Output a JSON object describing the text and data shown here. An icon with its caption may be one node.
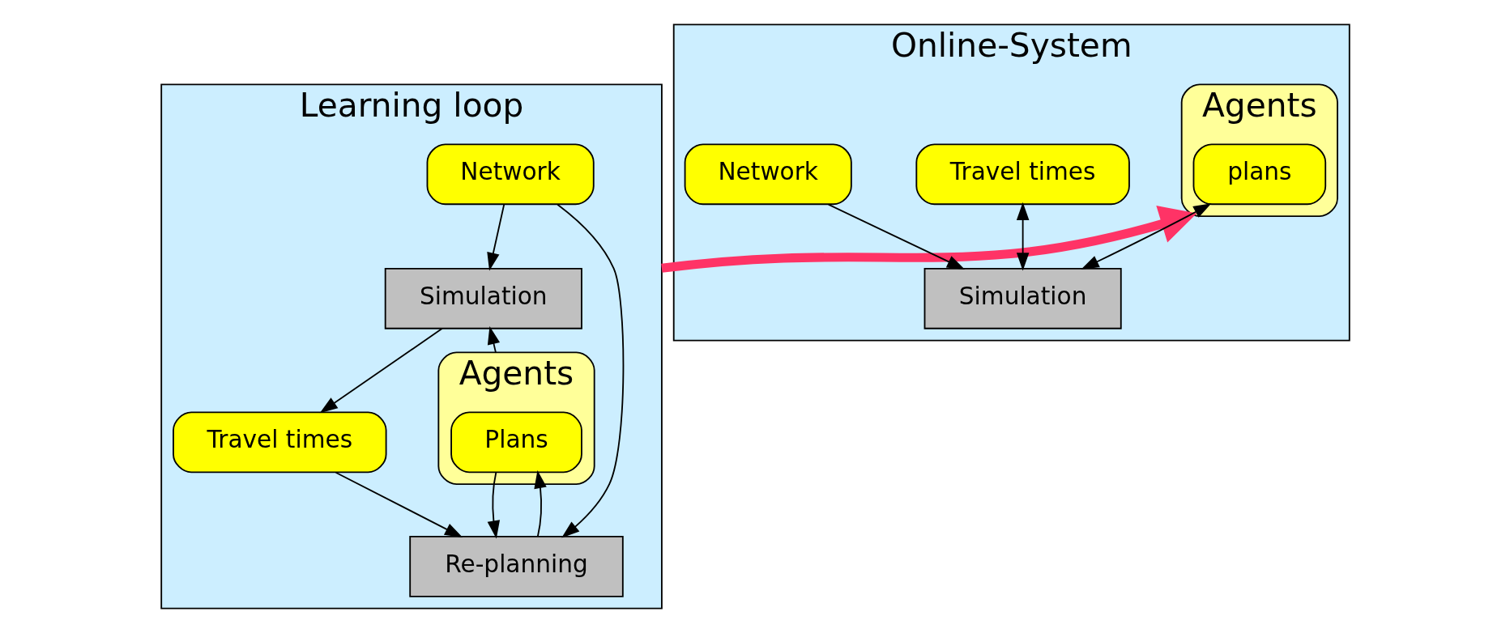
{
  "diagram": {
    "nodes": [
      {
        "text": [
          "Learning loop"
        ]
      },
      {
        "text": [
          "Simulation"
        ],
        "in": 0
      },
      {
        "text": [
          "Agents"
        ],
        "in": 0
      },
      {
        "text": [
          "Plans"
        ],
        "in": 2
      },
      {
        "text": [
          "Network"
        ],
        "in": 0
      },
      {
        "text": [
          "Travel times"
        ],
        "in": 0
      },
      {
        "text": [
          "Re-planning"
        ],
        "in": 0
      },
      {
        "text": [
          "Online-System"
        ]
      },
      {
        "text": [
          "Agents"
        ],
        "in": 7
      },
      {
        "text": [
          "plans"
        ],
        "in": 8
      },
      {
        "text": [
          "Travel times"
        ],
        "in": 7
      },
      {
        "text": [
          "Simulation"
        ],
        "in": 7
      },
      {
        "text": [
          "Network"
        ],
        "in": 7
      }
    ],
    "edges": [
      {
        "from": 2,
        "to": 1,
        "arrow": "to"
      },
      {
        "from": 1,
        "to": 5,
        "arrow": "to"
      },
      {
        "from": 4,
        "to": 1,
        "arrow": "to"
      },
      {
        "from": 4,
        "to": 6,
        "arrow": "to"
      },
      {
        "from": 3,
        "to": 6,
        "arrow": "to"
      },
      {
        "from": 5,
        "to": 6,
        "arrow": "to"
      },
      {
        "from": 6,
        "to": 3,
        "arrow": "to"
      },
      {
        "from": 0,
        "to": 8,
        "arrow": "to",
        "style": "thick",
        "color": "#ff3366"
      },
      {
        "from": 9,
        "to": 11,
        "arrow": "both"
      },
      {
        "from": 10,
        "to": 11,
        "arrow": "both"
      },
      {
        "from": 12,
        "to": 11,
        "arrow": "to"
      }
    ]
  }
}
